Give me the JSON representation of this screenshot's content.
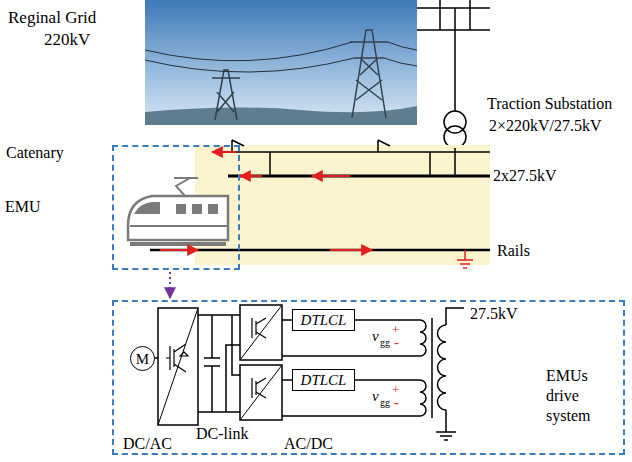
{
  "diagram": {
    "nodes": [
      {
        "text": [
          "EMU"
        ]
      },
      {
        "text": [
          "EMUs drive system"
        ]
      },
      {
        "text": [
          "M"
        ],
        "in": 1
      },
      {
        "text": [
          "DTLCL"
        ],
        "in": 1
      },
      {
        "text": [
          "DTLCL"
        ],
        "in": 1
      }
    ],
    "edges": [
      {
        "from": 0,
        "to": 1,
        "arrow": "to"
      }
    ],
    "labels": [
      "Reginal Grid",
      "220kV",
      "Traction Substation",
      "2×220kV/27.5kV",
      "Catenary",
      "2x27.5kV",
      "Rails",
      "+",
      "v",
      "gg",
      "-",
      "+",
      "v",
      "gg",
      "-",
      "27.5kV",
      "DC/AC",
      "DC-link",
      "AC/DC"
    ]
  }
}
